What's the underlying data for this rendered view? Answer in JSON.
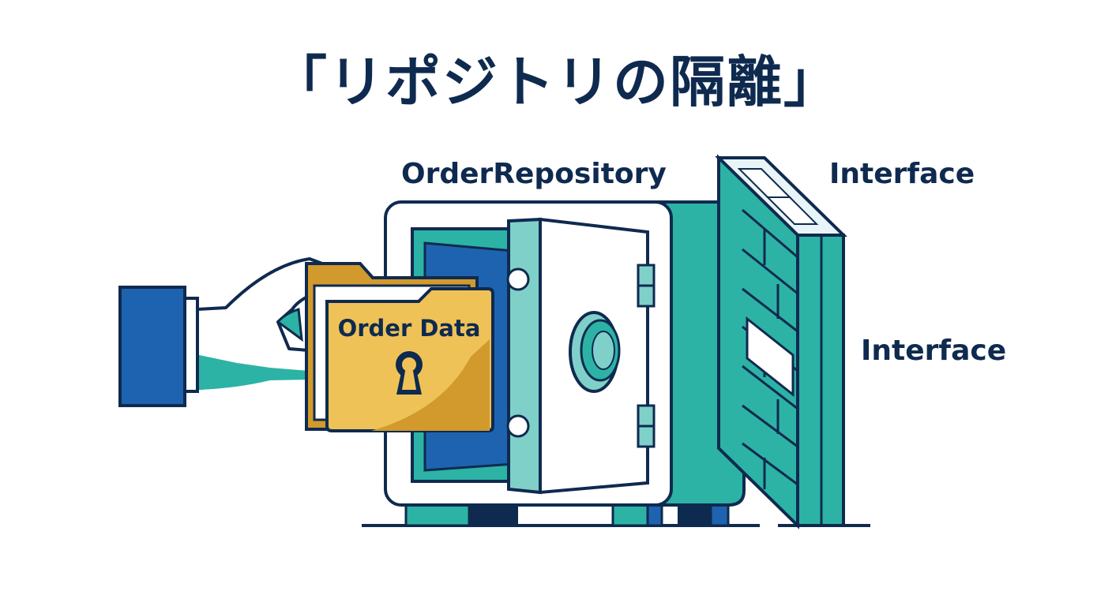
{
  "title": "「リポジトリの隔離」",
  "labels": {
    "repository": "OrderRepository",
    "interface_top": "Interface",
    "interface_right": "Interface",
    "folder": "Order Data"
  },
  "colors": {
    "navy": "#0f2a4f",
    "teal": "#2cb3a5",
    "light_teal": "#7fd0c9",
    "blue": "#1e63b0",
    "gold": "#efc257",
    "dark_gold": "#d29a2c",
    "white": "#ffffff"
  },
  "icons": {
    "hand": "hand-icon",
    "folder": "folder-icon",
    "lock": "keyhole-icon",
    "safe": "safe-icon",
    "wall": "brick-wall-icon"
  }
}
